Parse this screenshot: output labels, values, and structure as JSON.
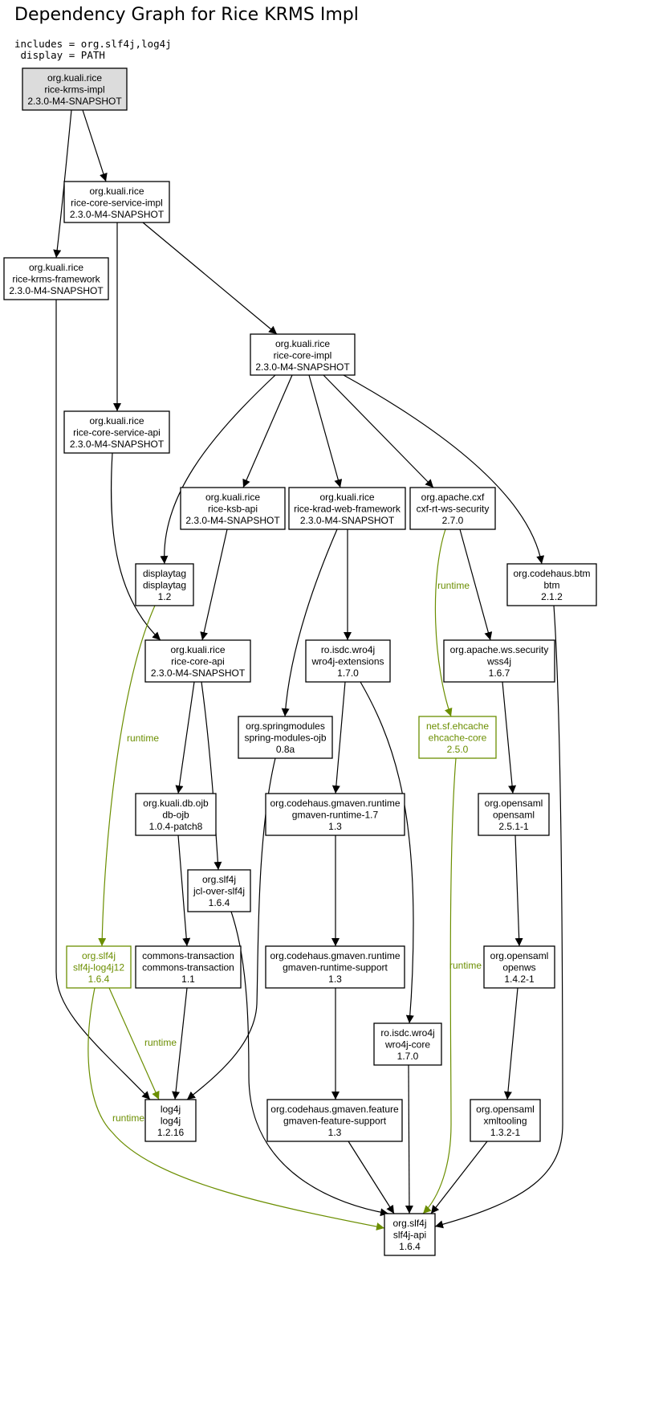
{
  "title": "Dependency Graph for Rice KRMS Impl",
  "params": [
    {
      "key": "includes",
      "value": "org.slf4j,log4j"
    },
    {
      "key": "display",
      "value": "PATH"
    }
  ],
  "colors": {
    "normal": "#000000",
    "runtime": "#6b8e00",
    "root_fill": "#dcdcdc"
  },
  "nodes": [
    {
      "id": "krms-impl",
      "group": "org.kuali.rice",
      "artifact": "rice-krms-impl",
      "version": "2.3.0-M4-SNAPSHOT",
      "scope": "root"
    },
    {
      "id": "core-service-impl",
      "group": "org.kuali.rice",
      "artifact": "rice-core-service-impl",
      "version": "2.3.0-M4-SNAPSHOT",
      "scope": "compile"
    },
    {
      "id": "krms-framework",
      "group": "org.kuali.rice",
      "artifact": "rice-krms-framework",
      "version": "2.3.0-M4-SNAPSHOT",
      "scope": "compile"
    },
    {
      "id": "core-impl",
      "group": "org.kuali.rice",
      "artifact": "rice-core-impl",
      "version": "2.3.0-M4-SNAPSHOT",
      "scope": "compile"
    },
    {
      "id": "core-service-api",
      "group": "org.kuali.rice",
      "artifact": "rice-core-service-api",
      "version": "2.3.0-M4-SNAPSHOT",
      "scope": "compile"
    },
    {
      "id": "ksb-api",
      "group": "org.kuali.rice",
      "artifact": "rice-ksb-api",
      "version": "2.3.0-M4-SNAPSHOT",
      "scope": "compile"
    },
    {
      "id": "krad-web",
      "group": "org.kuali.rice",
      "artifact": "rice-krad-web-framework",
      "version": "2.3.0-M4-SNAPSHOT",
      "scope": "compile"
    },
    {
      "id": "cxf-ws",
      "group": "org.apache.cxf",
      "artifact": "cxf-rt-ws-security",
      "version": "2.7.0",
      "scope": "compile"
    },
    {
      "id": "displaytag",
      "group": "displaytag",
      "artifact": "displaytag",
      "version": "1.2",
      "scope": "compile"
    },
    {
      "id": "btm",
      "group": "org.codehaus.btm",
      "artifact": "btm",
      "version": "2.1.2",
      "scope": "compile"
    },
    {
      "id": "core-api",
      "group": "org.kuali.rice",
      "artifact": "rice-core-api",
      "version": "2.3.0-M4-SNAPSHOT",
      "scope": "compile"
    },
    {
      "id": "wro4j-ext",
      "group": "ro.isdc.wro4j",
      "artifact": "wro4j-extensions",
      "version": "1.7.0",
      "scope": "compile"
    },
    {
      "id": "wss4j",
      "group": "org.apache.ws.security",
      "artifact": "wss4j",
      "version": "1.6.7",
      "scope": "compile"
    },
    {
      "id": "spring-ojb",
      "group": "org.springmodules",
      "artifact": "spring-modules-ojb",
      "version": "0.8a",
      "scope": "compile"
    },
    {
      "id": "ehcache",
      "group": "net.sf.ehcache",
      "artifact": "ehcache-core",
      "version": "2.5.0",
      "scope": "runtime"
    },
    {
      "id": "db-ojb",
      "group": "org.kuali.db.ojb",
      "artifact": "db-ojb",
      "version": "1.0.4-patch8",
      "scope": "compile"
    },
    {
      "id": "gmaven-rt-17",
      "group": "org.codehaus.gmaven.runtime",
      "artifact": "gmaven-runtime-1.7",
      "version": "1.3",
      "scope": "compile"
    },
    {
      "id": "opensaml",
      "group": "org.opensaml",
      "artifact": "opensaml",
      "version": "2.5.1-1",
      "scope": "compile"
    },
    {
      "id": "jcl-slf4j",
      "group": "org.slf4j",
      "artifact": "jcl-over-slf4j",
      "version": "1.6.4",
      "scope": "compile"
    },
    {
      "id": "slf4j-log4j",
      "group": "org.slf4j",
      "artifact": "slf4j-log4j12",
      "version": "1.6.4",
      "scope": "runtime"
    },
    {
      "id": "commons-tx",
      "group": "commons-transaction",
      "artifact": "commons-transaction",
      "version": "1.1",
      "scope": "compile"
    },
    {
      "id": "gmaven-rt-sup",
      "group": "org.codehaus.gmaven.runtime",
      "artifact": "gmaven-runtime-support",
      "version": "1.3",
      "scope": "compile"
    },
    {
      "id": "openws",
      "group": "org.opensaml",
      "artifact": "openws",
      "version": "1.4.2-1",
      "scope": "compile"
    },
    {
      "id": "wro4j-core",
      "group": "ro.isdc.wro4j",
      "artifact": "wro4j-core",
      "version": "1.7.0",
      "scope": "compile"
    },
    {
      "id": "log4j",
      "group": "log4j",
      "artifact": "log4j",
      "version": "1.2.16",
      "scope": "compile"
    },
    {
      "id": "gmaven-feat",
      "group": "org.codehaus.gmaven.feature",
      "artifact": "gmaven-feature-support",
      "version": "1.3",
      "scope": "compile"
    },
    {
      "id": "xmltooling",
      "group": "org.opensaml",
      "artifact": "xmltooling",
      "version": "1.3.2-1",
      "scope": "compile"
    },
    {
      "id": "slf4j-api",
      "group": "org.slf4j",
      "artifact": "slf4j-api",
      "version": "1.6.4",
      "scope": "compile"
    }
  ],
  "edges": [
    {
      "from": "krms-impl",
      "to": "core-service-impl",
      "scope": "compile",
      "label": ""
    },
    {
      "from": "krms-impl",
      "to": "krms-framework",
      "scope": "compile",
      "label": ""
    },
    {
      "from": "core-service-impl",
      "to": "core-impl",
      "scope": "compile",
      "label": ""
    },
    {
      "from": "core-service-impl",
      "to": "core-service-api",
      "scope": "compile",
      "label": ""
    },
    {
      "from": "krms-framework",
      "to": "log4j",
      "scope": "compile",
      "label": ""
    },
    {
      "from": "core-impl",
      "to": "displaytag",
      "scope": "compile",
      "label": ""
    },
    {
      "from": "core-impl",
      "to": "ksb-api",
      "scope": "compile",
      "label": ""
    },
    {
      "from": "core-impl",
      "to": "krad-web",
      "scope": "compile",
      "label": ""
    },
    {
      "from": "core-impl",
      "to": "cxf-ws",
      "scope": "compile",
      "label": ""
    },
    {
      "from": "core-impl",
      "to": "btm",
      "scope": "compile",
      "label": ""
    },
    {
      "from": "core-service-api",
      "to": "core-api",
      "scope": "compile",
      "label": ""
    },
    {
      "from": "ksb-api",
      "to": "core-api",
      "scope": "compile",
      "label": ""
    },
    {
      "from": "krad-web",
      "to": "spring-ojb",
      "scope": "compile",
      "label": ""
    },
    {
      "from": "krad-web",
      "to": "wro4j-ext",
      "scope": "compile",
      "label": ""
    },
    {
      "from": "cxf-ws",
      "to": "ehcache",
      "scope": "runtime",
      "label": "runtime"
    },
    {
      "from": "cxf-ws",
      "to": "wss4j",
      "scope": "compile",
      "label": ""
    },
    {
      "from": "displaytag",
      "to": "slf4j-log4j",
      "scope": "runtime",
      "label": "runtime"
    },
    {
      "from": "btm",
      "to": "slf4j-api",
      "scope": "compile",
      "label": ""
    },
    {
      "from": "core-api",
      "to": "db-ojb",
      "scope": "compile",
      "label": ""
    },
    {
      "from": "core-api",
      "to": "jcl-slf4j",
      "scope": "compile",
      "label": ""
    },
    {
      "from": "wro4j-ext",
      "to": "gmaven-rt-17",
      "scope": "compile",
      "label": ""
    },
    {
      "from": "wro4j-ext",
      "to": "wro4j-core",
      "scope": "compile",
      "label": ""
    },
    {
      "from": "wss4j",
      "to": "opensaml",
      "scope": "compile",
      "label": ""
    },
    {
      "from": "spring-ojb",
      "to": "log4j",
      "scope": "compile",
      "label": ""
    },
    {
      "from": "ehcache",
      "to": "slf4j-api",
      "scope": "runtime",
      "label": "runtime"
    },
    {
      "from": "db-ojb",
      "to": "commons-tx",
      "scope": "compile",
      "label": ""
    },
    {
      "from": "gmaven-rt-17",
      "to": "gmaven-rt-sup",
      "scope": "compile",
      "label": ""
    },
    {
      "from": "opensaml",
      "to": "openws",
      "scope": "compile",
      "label": ""
    },
    {
      "from": "jcl-slf4j",
      "to": "slf4j-api",
      "scope": "compile",
      "label": ""
    },
    {
      "from": "slf4j-log4j",
      "to": "log4j",
      "scope": "runtime",
      "label": "runtime"
    },
    {
      "from": "slf4j-log4j",
      "to": "slf4j-api",
      "scope": "runtime",
      "label": "runtime"
    },
    {
      "from": "commons-tx",
      "to": "log4j",
      "scope": "compile",
      "label": ""
    },
    {
      "from": "gmaven-rt-sup",
      "to": "gmaven-feat",
      "scope": "compile",
      "label": ""
    },
    {
      "from": "openws",
      "to": "xmltooling",
      "scope": "compile",
      "label": ""
    },
    {
      "from": "wro4j-core",
      "to": "slf4j-api",
      "scope": "compile",
      "label": ""
    },
    {
      "from": "gmaven-feat",
      "to": "slf4j-api",
      "scope": "compile",
      "label": ""
    },
    {
      "from": "xmltooling",
      "to": "slf4j-api",
      "scope": "compile",
      "label": ""
    }
  ]
}
